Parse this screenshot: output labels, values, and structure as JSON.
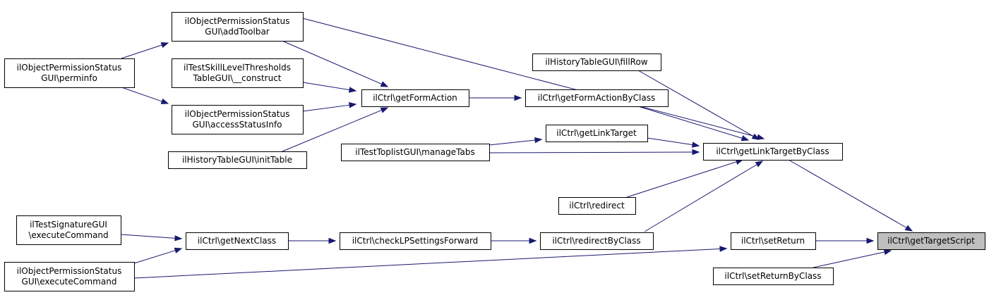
{
  "diagram": {
    "nodes": [
      {
        "id": "addToolbar",
        "lines": [
          "ilObjectPermissionStatus",
          "GUI\\addToolbar"
        ]
      },
      {
        "id": "perminfo",
        "lines": [
          "ilObjectPermissionStatus",
          "GUI\\perminfo"
        ]
      },
      {
        "id": "skillConstruct",
        "lines": [
          "ilTestSkillLevelThresholds",
          "TableGUI\\__construct"
        ]
      },
      {
        "id": "accessStatusInfo",
        "lines": [
          "ilObjectPermissionStatus",
          "GUI\\accessStatusInfo"
        ]
      },
      {
        "id": "initTable",
        "lines": [
          "ilHistoryTableGUI\\initTable"
        ]
      },
      {
        "id": "signatureExec",
        "lines": [
          "ilTestSignatureGUI",
          "\\executeCommand"
        ]
      },
      {
        "id": "permExec",
        "lines": [
          "ilObjectPermissionStatus",
          "GUI\\executeCommand"
        ]
      },
      {
        "id": "getFormAction",
        "lines": [
          "ilCtrl\\getFormAction"
        ]
      },
      {
        "id": "manageTabs",
        "lines": [
          "ilTestToplistGUI\\manageTabs"
        ]
      },
      {
        "id": "getNextClass",
        "lines": [
          "ilCtrl\\getNextClass"
        ]
      },
      {
        "id": "checkLP",
        "lines": [
          "ilCtrl\\checkLPSettingsForward"
        ]
      },
      {
        "id": "fillRow",
        "lines": [
          "ilHistoryTableGUI\\fillRow"
        ]
      },
      {
        "id": "getFormActionByClass",
        "lines": [
          "ilCtrl\\getFormActionByClass"
        ]
      },
      {
        "id": "getLinkTarget",
        "lines": [
          "ilCtrl\\getLinkTarget"
        ]
      },
      {
        "id": "redirect",
        "lines": [
          "ilCtrl\\redirect"
        ]
      },
      {
        "id": "redirectByClass",
        "lines": [
          "ilCtrl\\redirectByClass"
        ]
      },
      {
        "id": "setReturn",
        "lines": [
          "ilCtrl\\setReturn"
        ]
      },
      {
        "id": "setReturnByClass",
        "lines": [
          "ilCtrl\\setReturnByClass"
        ]
      },
      {
        "id": "getLinkTargetByClass",
        "lines": [
          "ilCtrl\\getLinkTargetByClass"
        ]
      },
      {
        "id": "getTargetScript",
        "lines": [
          "ilCtrl\\getTargetScript"
        ],
        "highlight": true
      }
    ],
    "edges": [
      [
        "perminfo",
        "addToolbar"
      ],
      [
        "perminfo",
        "accessStatusInfo"
      ],
      [
        "addToolbar",
        "getFormAction"
      ],
      [
        "skillConstruct",
        "getFormAction"
      ],
      [
        "accessStatusInfo",
        "getFormAction"
      ],
      [
        "initTable",
        "getFormAction"
      ],
      [
        "getFormAction",
        "getFormActionByClass"
      ],
      [
        "manageTabs",
        "getLinkTarget"
      ],
      [
        "manageTabs",
        "getLinkTargetByClass"
      ],
      [
        "signatureExec",
        "getNextClass"
      ],
      [
        "permExec",
        "getNextClass"
      ],
      [
        "permExec",
        "setReturn"
      ],
      [
        "getNextClass",
        "checkLP"
      ],
      [
        "checkLP",
        "redirectByClass"
      ],
      [
        "addToolbar",
        "getLinkTargetByClass"
      ],
      [
        "fillRow",
        "getLinkTargetByClass"
      ],
      [
        "getFormActionByClass",
        "getLinkTargetByClass"
      ],
      [
        "getLinkTarget",
        "getLinkTargetByClass"
      ],
      [
        "redirect",
        "getLinkTargetByClass"
      ],
      [
        "redirectByClass",
        "getLinkTargetByClass"
      ],
      [
        "getLinkTargetByClass",
        "getTargetScript"
      ],
      [
        "setReturn",
        "getTargetScript"
      ],
      [
        "setReturnByClass",
        "getTargetScript"
      ]
    ]
  }
}
